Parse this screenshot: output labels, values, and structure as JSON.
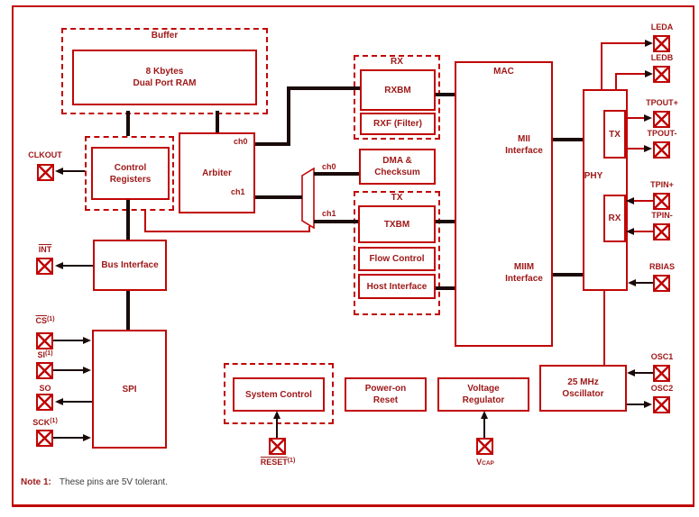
{
  "blocks": {
    "buffer_title": "Buffer",
    "ram_l1": "8 Kbytes",
    "ram_l2": "Dual Port RAM",
    "ctrl_l1": "Control",
    "ctrl_l2": "Registers",
    "arbiter": "Arbiter",
    "bus_interface": "Bus Interface",
    "spi": "SPI",
    "rx_title": "RX",
    "rxbm": "RXBM",
    "rxf": "RXF (Filter)",
    "dma_l1": "DMA &",
    "dma_l2": "Checksum",
    "tx_title": "TX",
    "txbm": "TXBM",
    "flow_control": "Flow Control",
    "host_interface": "Host Interface",
    "mac": "MAC",
    "mii_l1": "MII",
    "mii_l2": "Interface",
    "miim_l1": "MIIM",
    "miim_l2": "Interface",
    "phy": "PHY",
    "phy_tx": "TX",
    "phy_rx": "RX",
    "system_control": "System Control",
    "por_l1": "Power-on",
    "por_l2": "Reset",
    "vreg_l1": "Voltage",
    "vreg_l2": "Regulator",
    "osc_l1": "25 MHz",
    "osc_l2": "Oscillator"
  },
  "channels": {
    "ch0": "ch0",
    "ch1": "ch1"
  },
  "pins": {
    "clkout": "CLKOUT",
    "int": "INT",
    "cs": "CS",
    "cs_sup": "(1)",
    "si": "SI",
    "si_sup": "(1)",
    "so": "SO",
    "sck": "SCK",
    "sck_sup": "(1)",
    "leda": "LEDA",
    "ledb": "LEDB",
    "tpout_p": "TPOUT+",
    "tpout_m": "TPOUT-",
    "tpin_p": "TPIN+",
    "tpin_m": "TPIN-",
    "rbias": "RBIAS",
    "osc1": "OSC1",
    "osc2": "OSC2",
    "reset": "RESET",
    "reset_sup": "(1)",
    "vcap_base": "V",
    "vcap_sub": "CAP"
  },
  "note": {
    "label": "Note 1:",
    "text": "These pins are 5V tolerant."
  },
  "colors": {
    "accent_red": "#c00505",
    "text_red": "#9e1616",
    "bus_black": "#1a0a0a",
    "note_text": "#3c3c3c",
    "background": "#ffffff"
  }
}
